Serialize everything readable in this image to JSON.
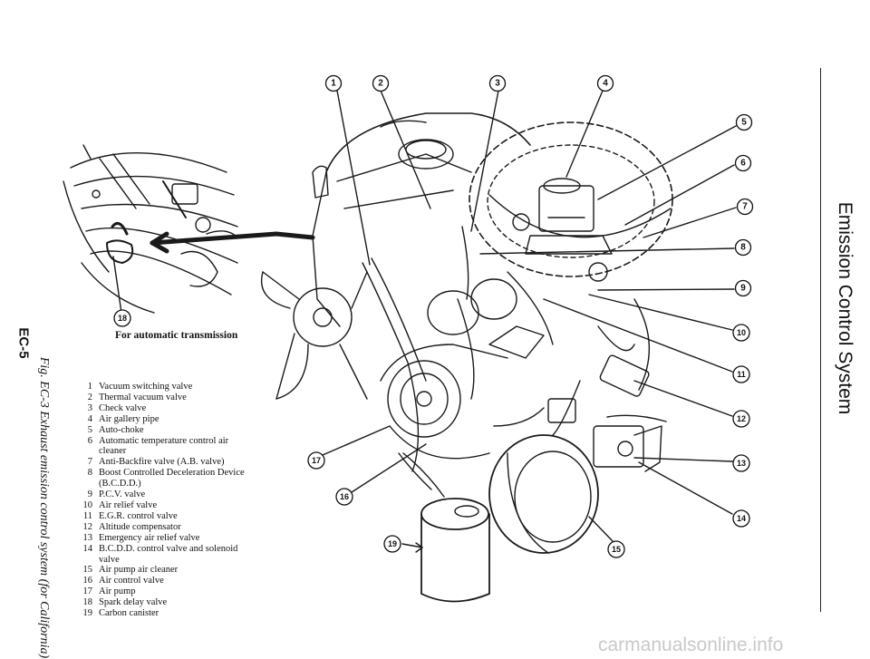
{
  "page_code": "EC-5",
  "section_title": "Emission Control System",
  "figure_caption": "Fig. EC-3 Exhaust emission control system (for California)",
  "inset_label": "For automatic transmission",
  "legend": [
    {
      "num": "1",
      "text": "Vacuum switching valve"
    },
    {
      "num": "2",
      "text": "Thermal vacuum valve"
    },
    {
      "num": "3",
      "text": "Check valve"
    },
    {
      "num": "4",
      "text": "Air gallery pipe"
    },
    {
      "num": "5",
      "text": "Auto-choke"
    },
    {
      "num": "6",
      "text": "Automatic temperature control air cleaner"
    },
    {
      "num": "7",
      "text": "Anti-Backfire valve (A.B. valve)"
    },
    {
      "num": "8",
      "text": "Boost Controlled Deceleration Device (B.C.D.D.)"
    },
    {
      "num": "9",
      "text": "P.C.V. valve"
    },
    {
      "num": "10",
      "text": "Air relief valve"
    },
    {
      "num": "11",
      "text": "E.G.R. control valve"
    },
    {
      "num": "12",
      "text": "Altitude compensator"
    },
    {
      "num": "13",
      "text": "Emergency air relief valve"
    },
    {
      "num": "14",
      "text": "B.C.D.D. control valve and solenoid valve"
    },
    {
      "num": "15",
      "text": "Air pump air cleaner"
    },
    {
      "num": "16",
      "text": "Air control valve"
    },
    {
      "num": "17",
      "text": "Air pump"
    },
    {
      "num": "18",
      "text": "Spark delay valve"
    },
    {
      "num": "19",
      "text": "Carbon canister"
    }
  ],
  "callouts": [
    "1",
    "2",
    "3",
    "4",
    "5",
    "6",
    "7",
    "8",
    "9",
    "10",
    "11",
    "12",
    "13",
    "14",
    "15",
    "16",
    "17",
    "18",
    "19"
  ],
  "watermark": "carmanualsonline.info"
}
